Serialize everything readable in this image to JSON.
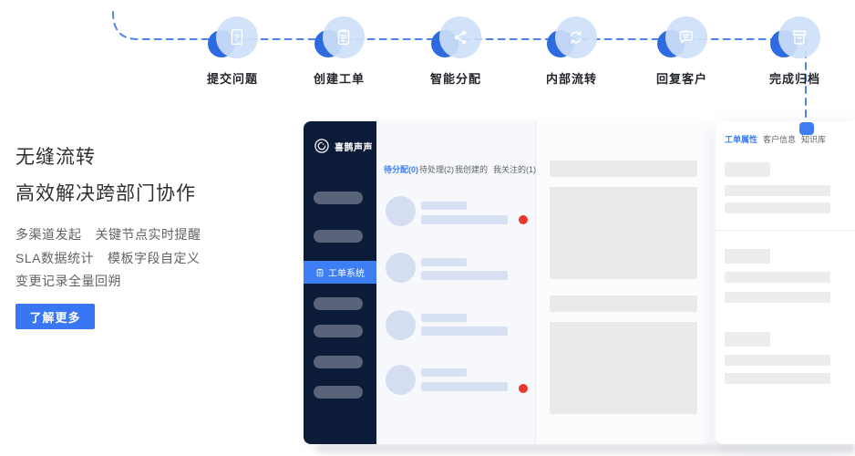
{
  "accent_color": "#3d7ef5",
  "workflow": {
    "steps": [
      {
        "label": "提交问题",
        "icon": "question-doc-icon"
      },
      {
        "label": "创建工单",
        "icon": "ticket-clipboard-icon"
      },
      {
        "label": "智能分配",
        "icon": "share-network-icon"
      },
      {
        "label": "内部流转",
        "icon": "sync-arrows-icon"
      },
      {
        "label": "回复客户",
        "icon": "chat-reply-icon"
      },
      {
        "label": "完成归档",
        "icon": "archive-box-icon"
      }
    ]
  },
  "hero": {
    "title_line1": "无缝流转",
    "title_line2": "高效解决跨部门协作",
    "features": [
      "多渠道发起",
      "关键节点实时提醒",
      "SLA数据统计",
      "模板字段自定义",
      "变更记录全量回朔"
    ],
    "cta_label": "了解更多"
  },
  "mockup": {
    "brand": "喜鹊声声",
    "sidebar_active_label": "工单系统",
    "list_tabs": [
      {
        "label": "待分配(0)",
        "active": true
      },
      {
        "label": "待处理(2)",
        "active": false
      },
      {
        "label": "我创建的",
        "active": false
      },
      {
        "label": "我关注的(1)",
        "active": false
      }
    ],
    "detail_tabs": [
      {
        "label": "工单属性",
        "active": true
      },
      {
        "label": "客户信息",
        "active": false
      },
      {
        "label": "知识库",
        "active": false
      }
    ]
  }
}
